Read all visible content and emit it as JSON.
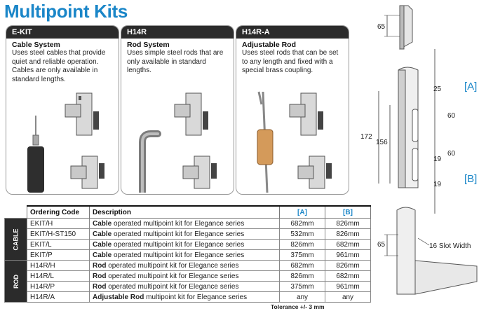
{
  "title": "Multipoint Kits",
  "panels": [
    {
      "header": "E-KIT",
      "subtitle": "Cable System",
      "description": "Uses steel cables that provide quiet and reliable operation. Cables are only available in standard lengths."
    },
    {
      "header": "H14R",
      "subtitle": "Rod System",
      "description": "Uses simple steel rods that are only available in standard lengths."
    },
    {
      "header": "H14R-A",
      "subtitle": "Adjustable Rod",
      "description": "Uses steel rods that can be set to any length and fixed with a special brass coupling."
    }
  ],
  "table": {
    "columns": {
      "code": "Ordering Code",
      "description": "Description",
      "a": "[A]",
      "b": "[B]"
    },
    "groups": [
      {
        "label": "CABLE",
        "rows": [
          {
            "code": "EKIT/H",
            "bold": "Cable",
            "rest": " operated multipoint kit for Elegance series",
            "a": "682mm",
            "b": "826mm"
          },
          {
            "code": "EKIT/H-ST150",
            "bold": "Cable",
            "rest": " operated multipoint kit for Elegance series",
            "a": "532mm",
            "b": "826mm"
          },
          {
            "code": "EKIT/L",
            "bold": "Cable",
            "rest": " operated multipoint kit for Elegance series",
            "a": "826mm",
            "b": "682mm"
          },
          {
            "code": "EKIT/P",
            "bold": "Cable",
            "rest": " operated multipoint kit for Elegance series",
            "a": "375mm",
            "b": "961mm"
          }
        ]
      },
      {
        "label": "ROD",
        "rows": [
          {
            "code": "H14R/H",
            "bold": "Rod",
            "rest": " operated multipoint kit for Elegance series",
            "a": "682mm",
            "b": "826mm"
          },
          {
            "code": "H14R/L",
            "bold": "Rod",
            "rest": " operated multipoint kit for Elegance series",
            "a": "826mm",
            "b": "682mm"
          },
          {
            "code": "H14R/P",
            "bold": "Rod",
            "rest": " operated multipoint kit for Elegance series",
            "a": "375mm",
            "b": "961mm"
          },
          {
            "code": "H14R/A",
            "bold": "Adjustable Rod",
            "rest": " multipoint kit for Elegance series",
            "a": "any",
            "b": "any"
          }
        ]
      }
    ],
    "tolerance": "Tolerance +/- 3 mm"
  },
  "drawing": {
    "label_a": "[A]",
    "label_b": "[B]",
    "dims": {
      "top": "65",
      "width": "25",
      "slot_upper": "60",
      "slot_lower": "60",
      "total": "172",
      "middle": "156",
      "slot_w": "19",
      "slot_w2": "19",
      "bottom": "65",
      "slot_note": "16 Slot Width"
    }
  },
  "colors": {
    "accent": "#1a86c8",
    "dark": "#2b2b2b"
  }
}
